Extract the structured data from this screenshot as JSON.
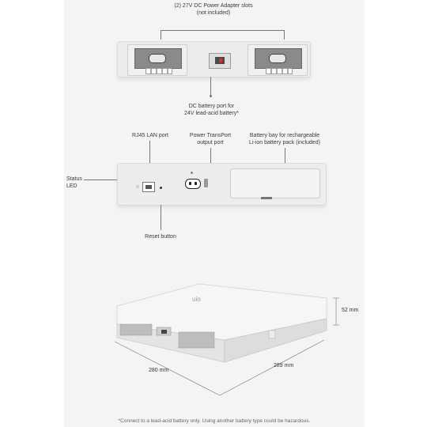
{
  "labels": {
    "adapter_slots": "(2) 27V DC Power Adapter slots",
    "adapter_slots_note": "(not included)",
    "dc_port_line1": "DC battery port for",
    "dc_port_line2": "24V lead-acid battery*",
    "rj45": "RJ45 LAN port",
    "transport_line1": "Power TransPort",
    "transport_line2": "output port",
    "bay_line1": "Battery bay for rechargeable",
    "bay_line2": "Li-ion battery pack (included)",
    "status_line1": "Status",
    "status_line2": "LED",
    "reset": "Reset button"
  },
  "dimensions": {
    "height": "52 mm",
    "depth": "280 mm",
    "width": "289 mm"
  },
  "device": {
    "logo_text": "uio"
  },
  "footnote": "*Connect to a lead-acid battery only. Using another battery type could be hazardous."
}
